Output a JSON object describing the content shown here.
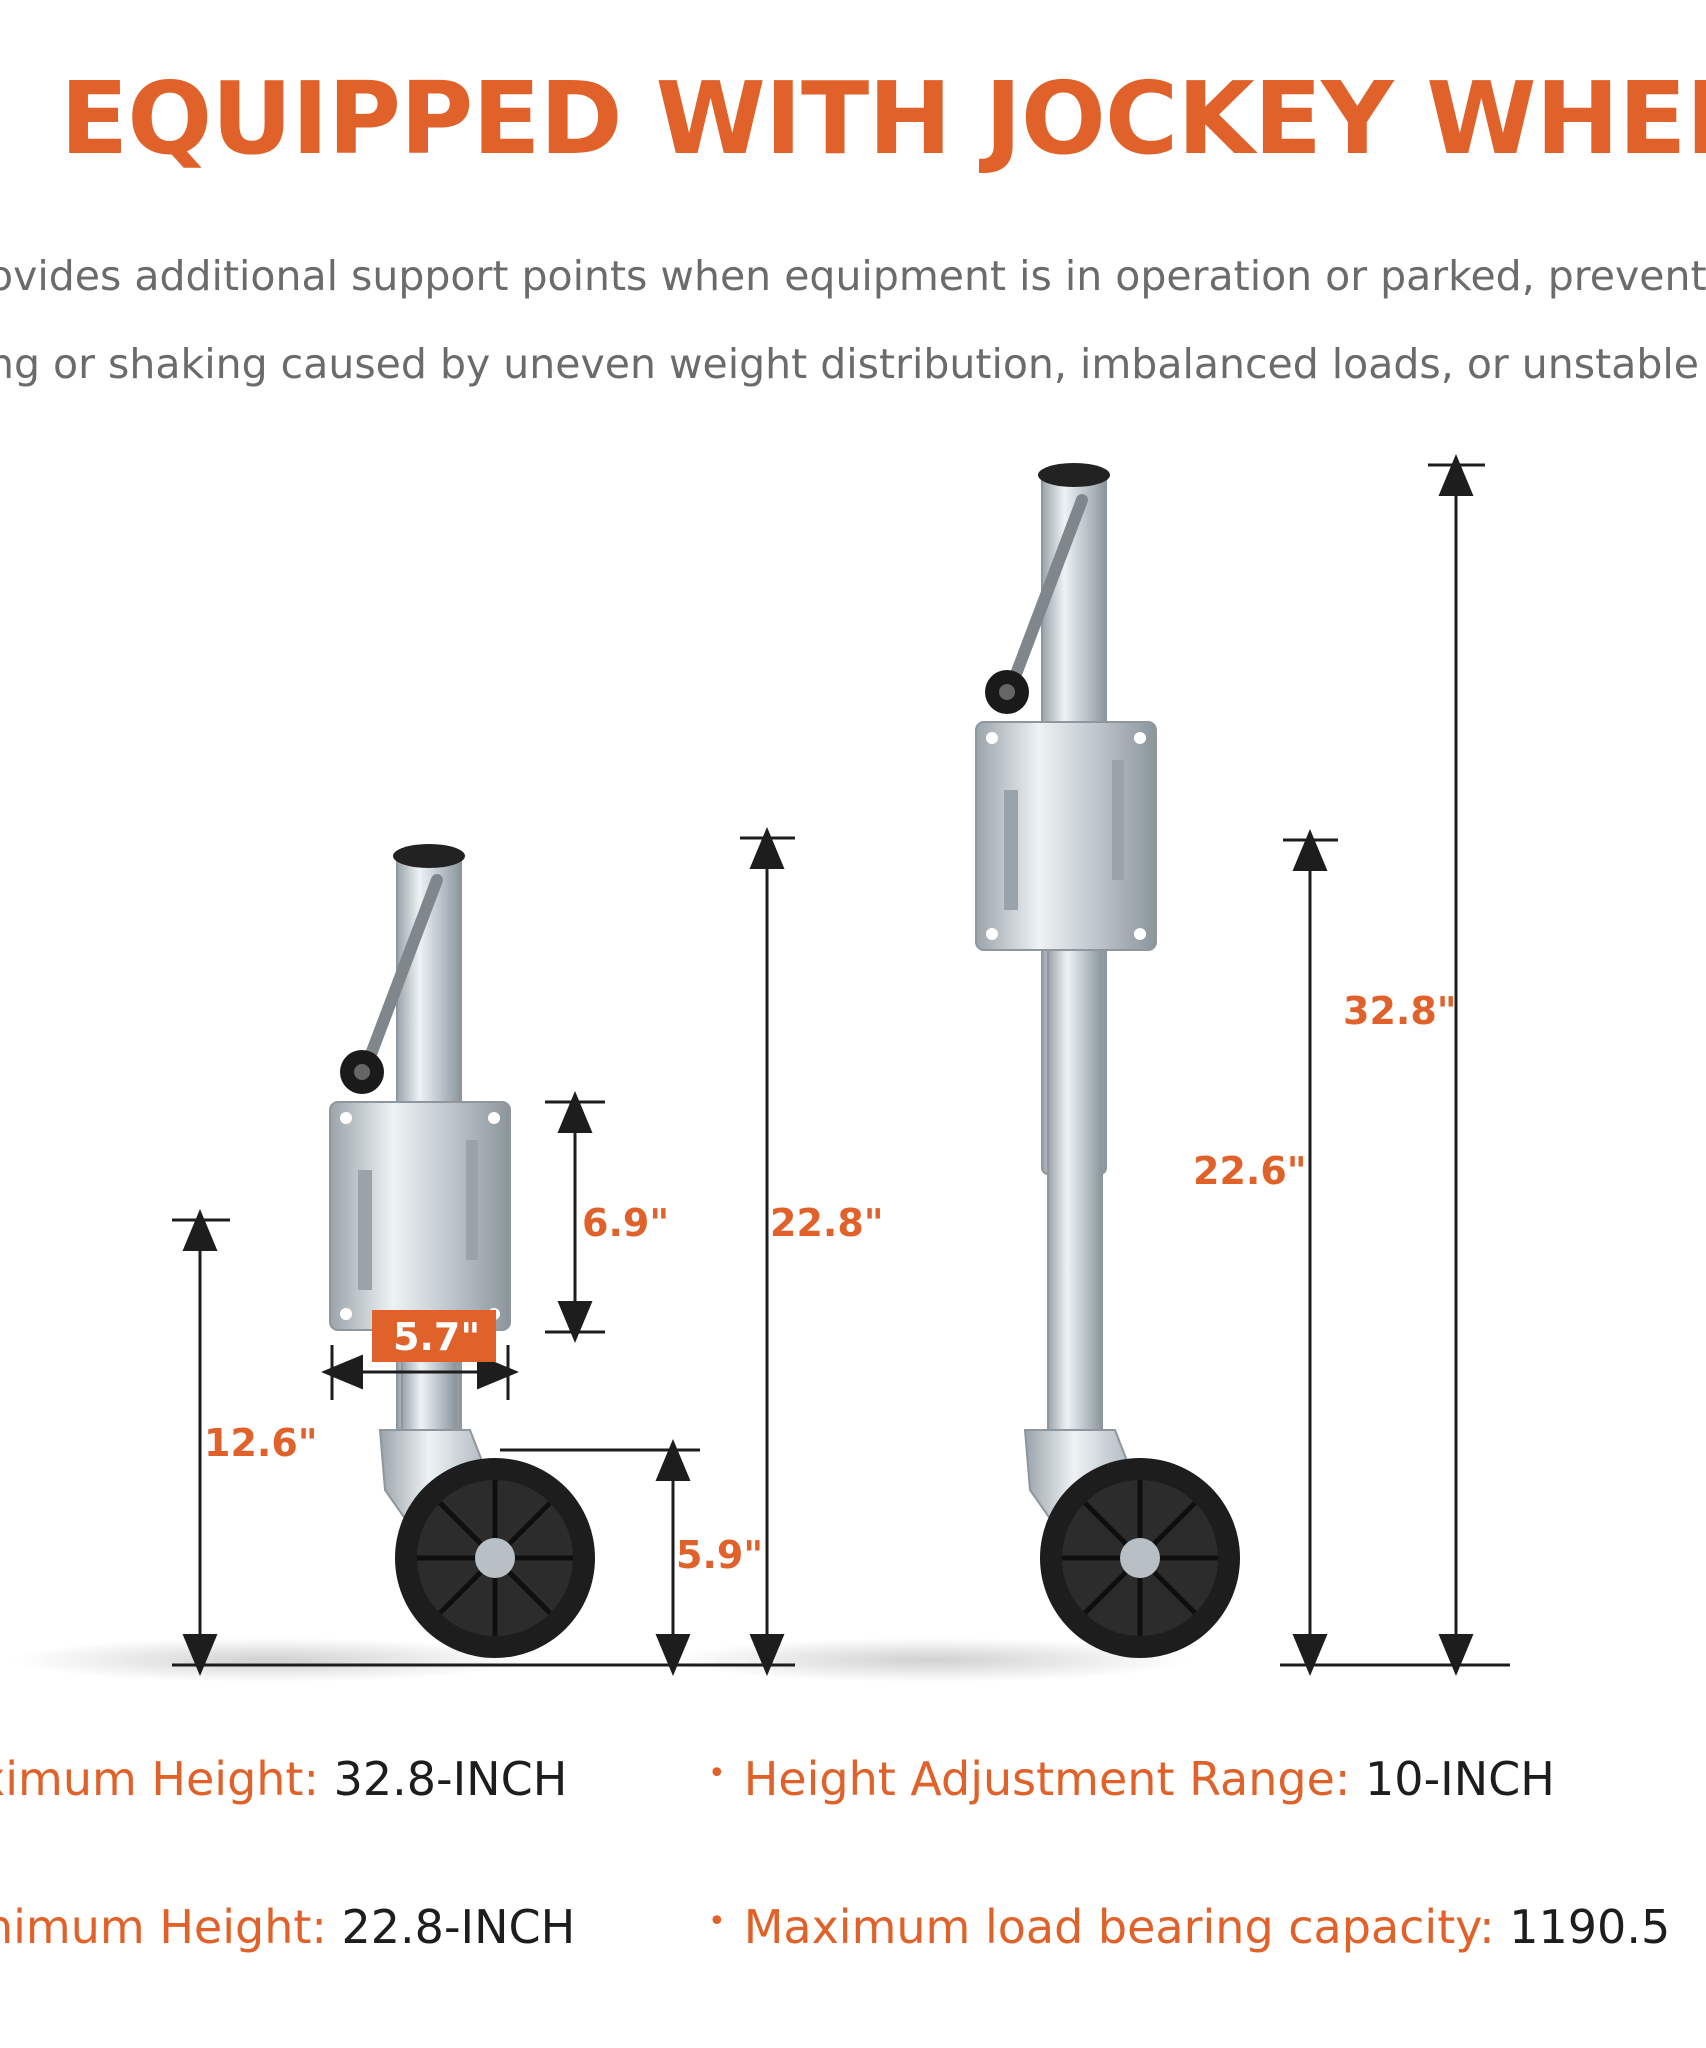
{
  "header": {
    "title": "EQUIPPED WITH JOCKEY WHEEL",
    "description_line1": "ovides additional support points when equipment is in operation or parked, preventin",
    "description_line2": "ng or shaking caused by uneven weight distribution, imbalanced loads, or unstable gr"
  },
  "dimensions": {
    "bracket_height": "6.9\"",
    "bracket_width": "5.7\"",
    "min_total_height": "22.8\"",
    "mount_height": "12.6\"",
    "wheel_height": "5.9\"",
    "extended_mount_height": "22.6\"",
    "max_total_height": "32.8\""
  },
  "specs": [
    {
      "label": "ximum Height:",
      "value": "32.8-INCH"
    },
    {
      "label": "Height Adjustment Range:",
      "value": "10-INCH"
    },
    {
      "label": "nimum Height:",
      "value": "22.8-INCH"
    },
    {
      "label": "Maximum load bearing capacity:",
      "value": "1190.5"
    }
  ],
  "colors": {
    "accent": "#e0622a",
    "text": "#1d1d1d",
    "muted": "#6b6b6b",
    "metal": "#c4ccd2"
  }
}
